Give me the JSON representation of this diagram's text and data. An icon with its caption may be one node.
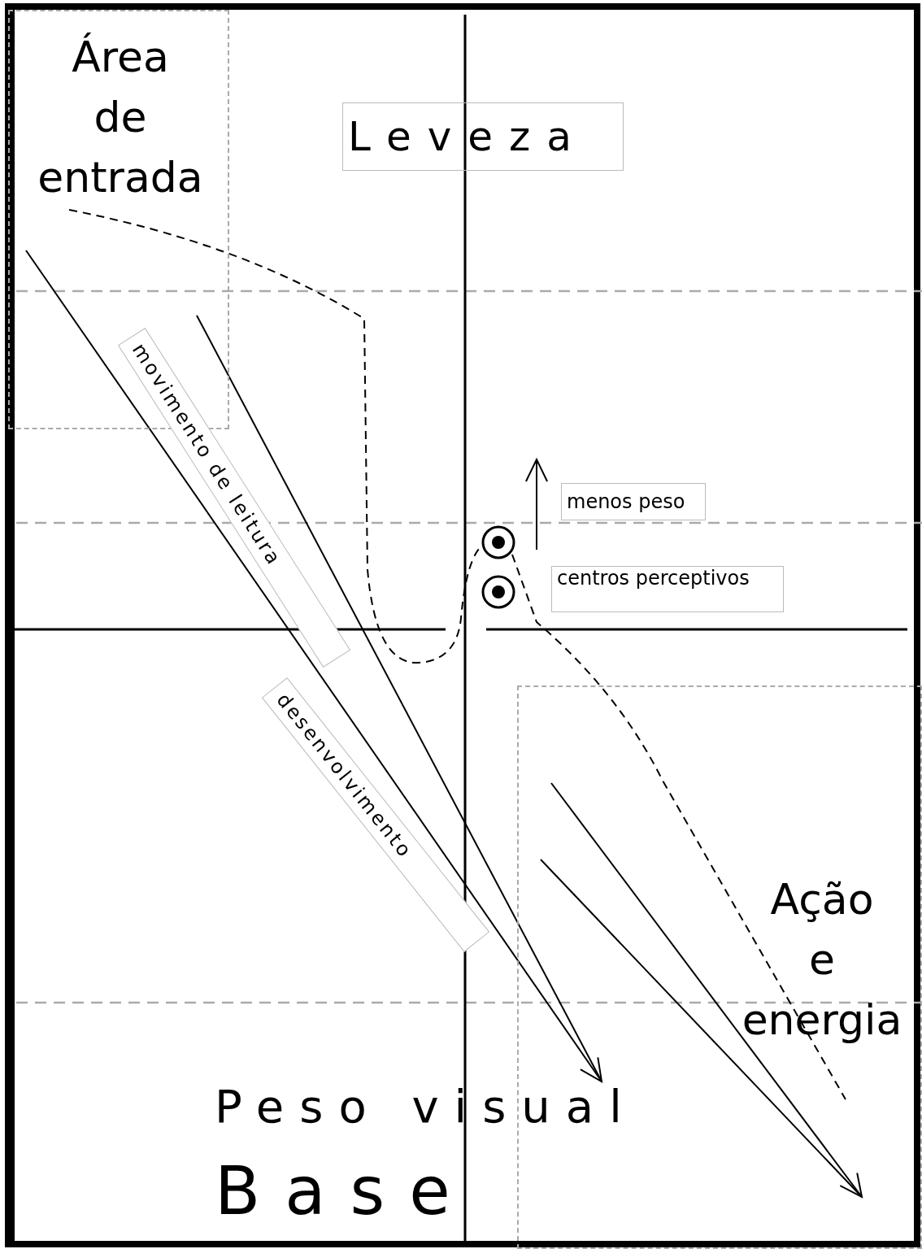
{
  "diagram": {
    "nodes": [
      {
        "text": [
          "Área de entrada"
        ]
      },
      {
        "text": [
          "Leveza"
        ]
      },
      {
        "text": [
          "movimento de leitura"
        ]
      },
      {
        "text": [
          "menos peso"
        ]
      },
      {
        "text": [],
        "shape": "circle"
      },
      {
        "text": [
          "centros perceptivos"
        ]
      },
      {
        "text": [],
        "shape": "circle"
      },
      {
        "text": [
          "desenvolvimento"
        ]
      },
      {
        "text": [
          "Ação e energia"
        ]
      }
    ],
    "edges": [
      {
        "from": 0,
        "to": 4,
        "arrow": "none",
        "style": "dashed"
      },
      {
        "from": 4,
        "to": 8,
        "arrow": "none",
        "style": "dashed"
      }
    ],
    "labels": [
      "Peso visual",
      "Base"
    ]
  }
}
